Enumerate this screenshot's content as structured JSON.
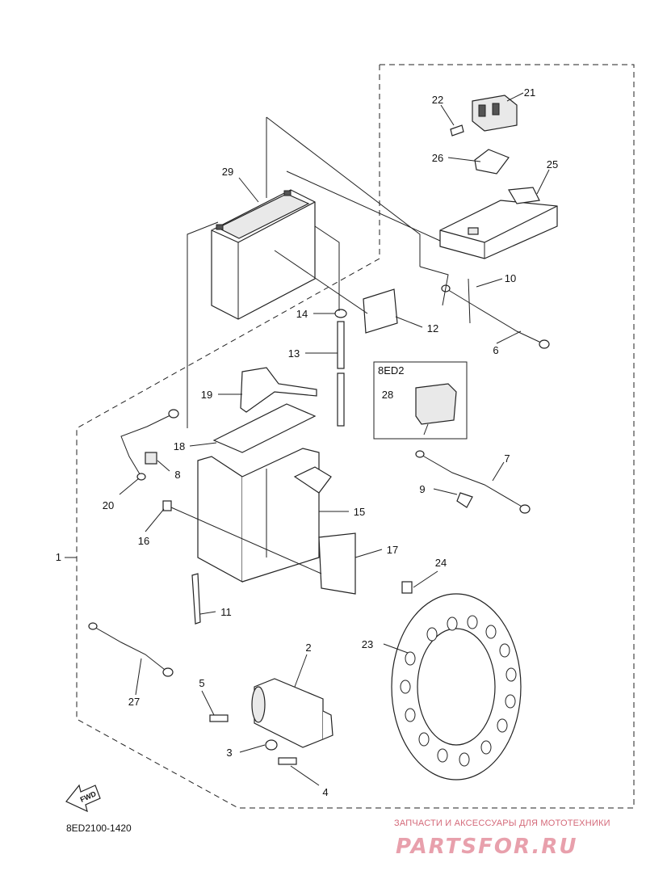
{
  "diagram": {
    "part_code": "8ED2100-1420",
    "subassembly_label": "8ED2",
    "fwd_label": "FWD",
    "callouts": [
      "1",
      "2",
      "3",
      "4",
      "5",
      "6",
      "7",
      "8",
      "9",
      "10",
      "11",
      "12",
      "13",
      "14",
      "15",
      "16",
      "17",
      "18",
      "19",
      "20",
      "21",
      "22",
      "23",
      "24",
      "25",
      "26",
      "27",
      "28",
      "29"
    ]
  },
  "watermark": {
    "tagline": "ЗАПЧАСТИ И АКСЕССУАРЫ ДЛЯ МОТОТЕХНИКИ",
    "logo": "PARTSFOR.RU",
    "color": "#e8a0ac"
  }
}
